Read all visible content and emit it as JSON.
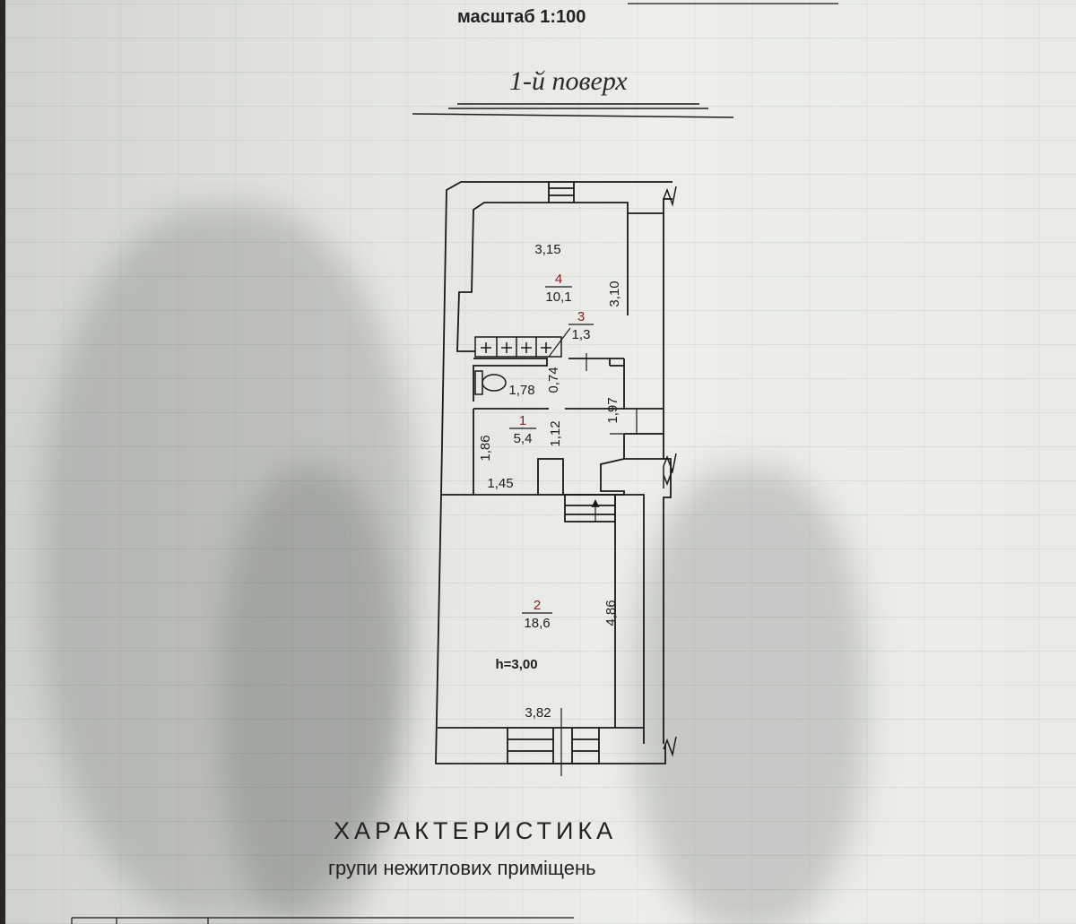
{
  "header": {
    "scale": "масштаб 1:100",
    "floor_title": "1-й поверх"
  },
  "plan": {
    "rooms": [
      {
        "number": "4",
        "area": "10,1"
      },
      {
        "number": "3",
        "area": "1,3"
      },
      {
        "number": "1",
        "area": "5,4"
      },
      {
        "number": "2",
        "area": "18,6"
      }
    ],
    "dimensions": [
      "3,15",
      "3,10",
      "0,74",
      "1,78",
      "1,97",
      "1,12",
      "1,86",
      "1,45",
      "4,86",
      "3,82"
    ],
    "ceiling_height": "h=3,00"
  },
  "footer": {
    "heading": "ХАРАКТЕРИСТИКА",
    "subheading": "групи нежитлових приміщень"
  },
  "colors": {
    "paper": "#eceeea",
    "line": "#1a1a1a",
    "room_number": "#8a2020"
  }
}
